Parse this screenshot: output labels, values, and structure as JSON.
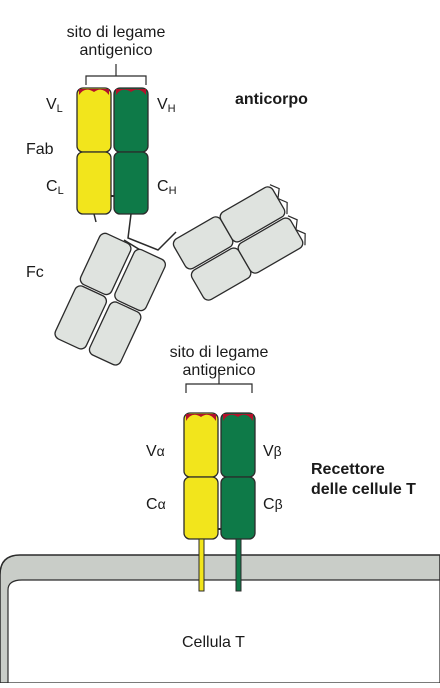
{
  "antibody": {
    "site_line1": "sito di legame",
    "site_line2": "antigenico",
    "title": "anticorpo",
    "fab": "Fab",
    "fc": "Fc",
    "vl_main": "V",
    "vl_sub": "L",
    "vh_main": "V",
    "vh_sub": "H",
    "cl_main": "C",
    "cl_sub": "L",
    "ch_main": "C",
    "ch_sub": "H"
  },
  "tcr": {
    "site_line1": "sito di legame",
    "site_line2": "antigenico",
    "title_line1": "Recettore",
    "title_line2": "delle cellule T",
    "va_main": "V",
    "va_sub": "α",
    "vb_main": "V",
    "vb_sub": "β",
    "ca_main": "C",
    "ca_sub": "α",
    "cb_main": "C",
    "cb_sub": "β"
  },
  "cell": {
    "label": "Cellula T"
  },
  "colors": {
    "yellow": "#f2e51c",
    "green": "#0e7a48",
    "red_tip": "#b3122a",
    "grey_domain": "#dfe3df",
    "membrane": "#c9cdc8",
    "outline": "#2b2b2b"
  }
}
